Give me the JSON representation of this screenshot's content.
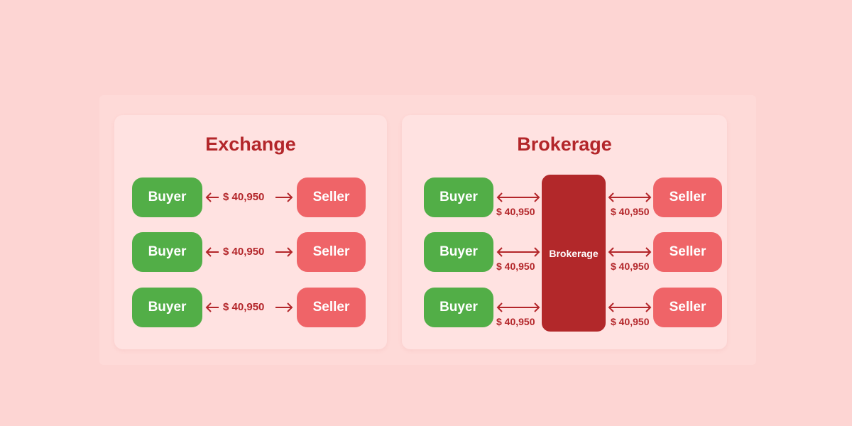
{
  "colors": {
    "background": "#fdd5d3",
    "card": "#ffe2e1",
    "title": "#b3262a",
    "buyer": "#52ae47",
    "seller": "#ef6468",
    "broker": "#b2282a",
    "arrow": "#b3262a"
  },
  "exchange": {
    "title": "Exchange",
    "rows": [
      {
        "buyer": "Buyer",
        "price": "$ 40,950",
        "seller": "Seller"
      },
      {
        "buyer": "Buyer",
        "price": "$ 40,950",
        "seller": "Seller"
      },
      {
        "buyer": "Buyer",
        "price": "$ 40,950",
        "seller": "Seller"
      }
    ]
  },
  "brokerage": {
    "title": "Brokerage",
    "broker_label": "Brokerage",
    "rows": [
      {
        "buyer": "Buyer",
        "buyer_price": "$ 40,950",
        "seller_price": "$ 40,950",
        "seller": "Seller"
      },
      {
        "buyer": "Buyer",
        "buyer_price": "$ 40,950",
        "seller_price": "$ 40,950",
        "seller": "Seller"
      },
      {
        "buyer": "Buyer",
        "buyer_price": "$ 40,950",
        "seller_price": "$ 40,950",
        "seller": "Seller"
      }
    ]
  }
}
